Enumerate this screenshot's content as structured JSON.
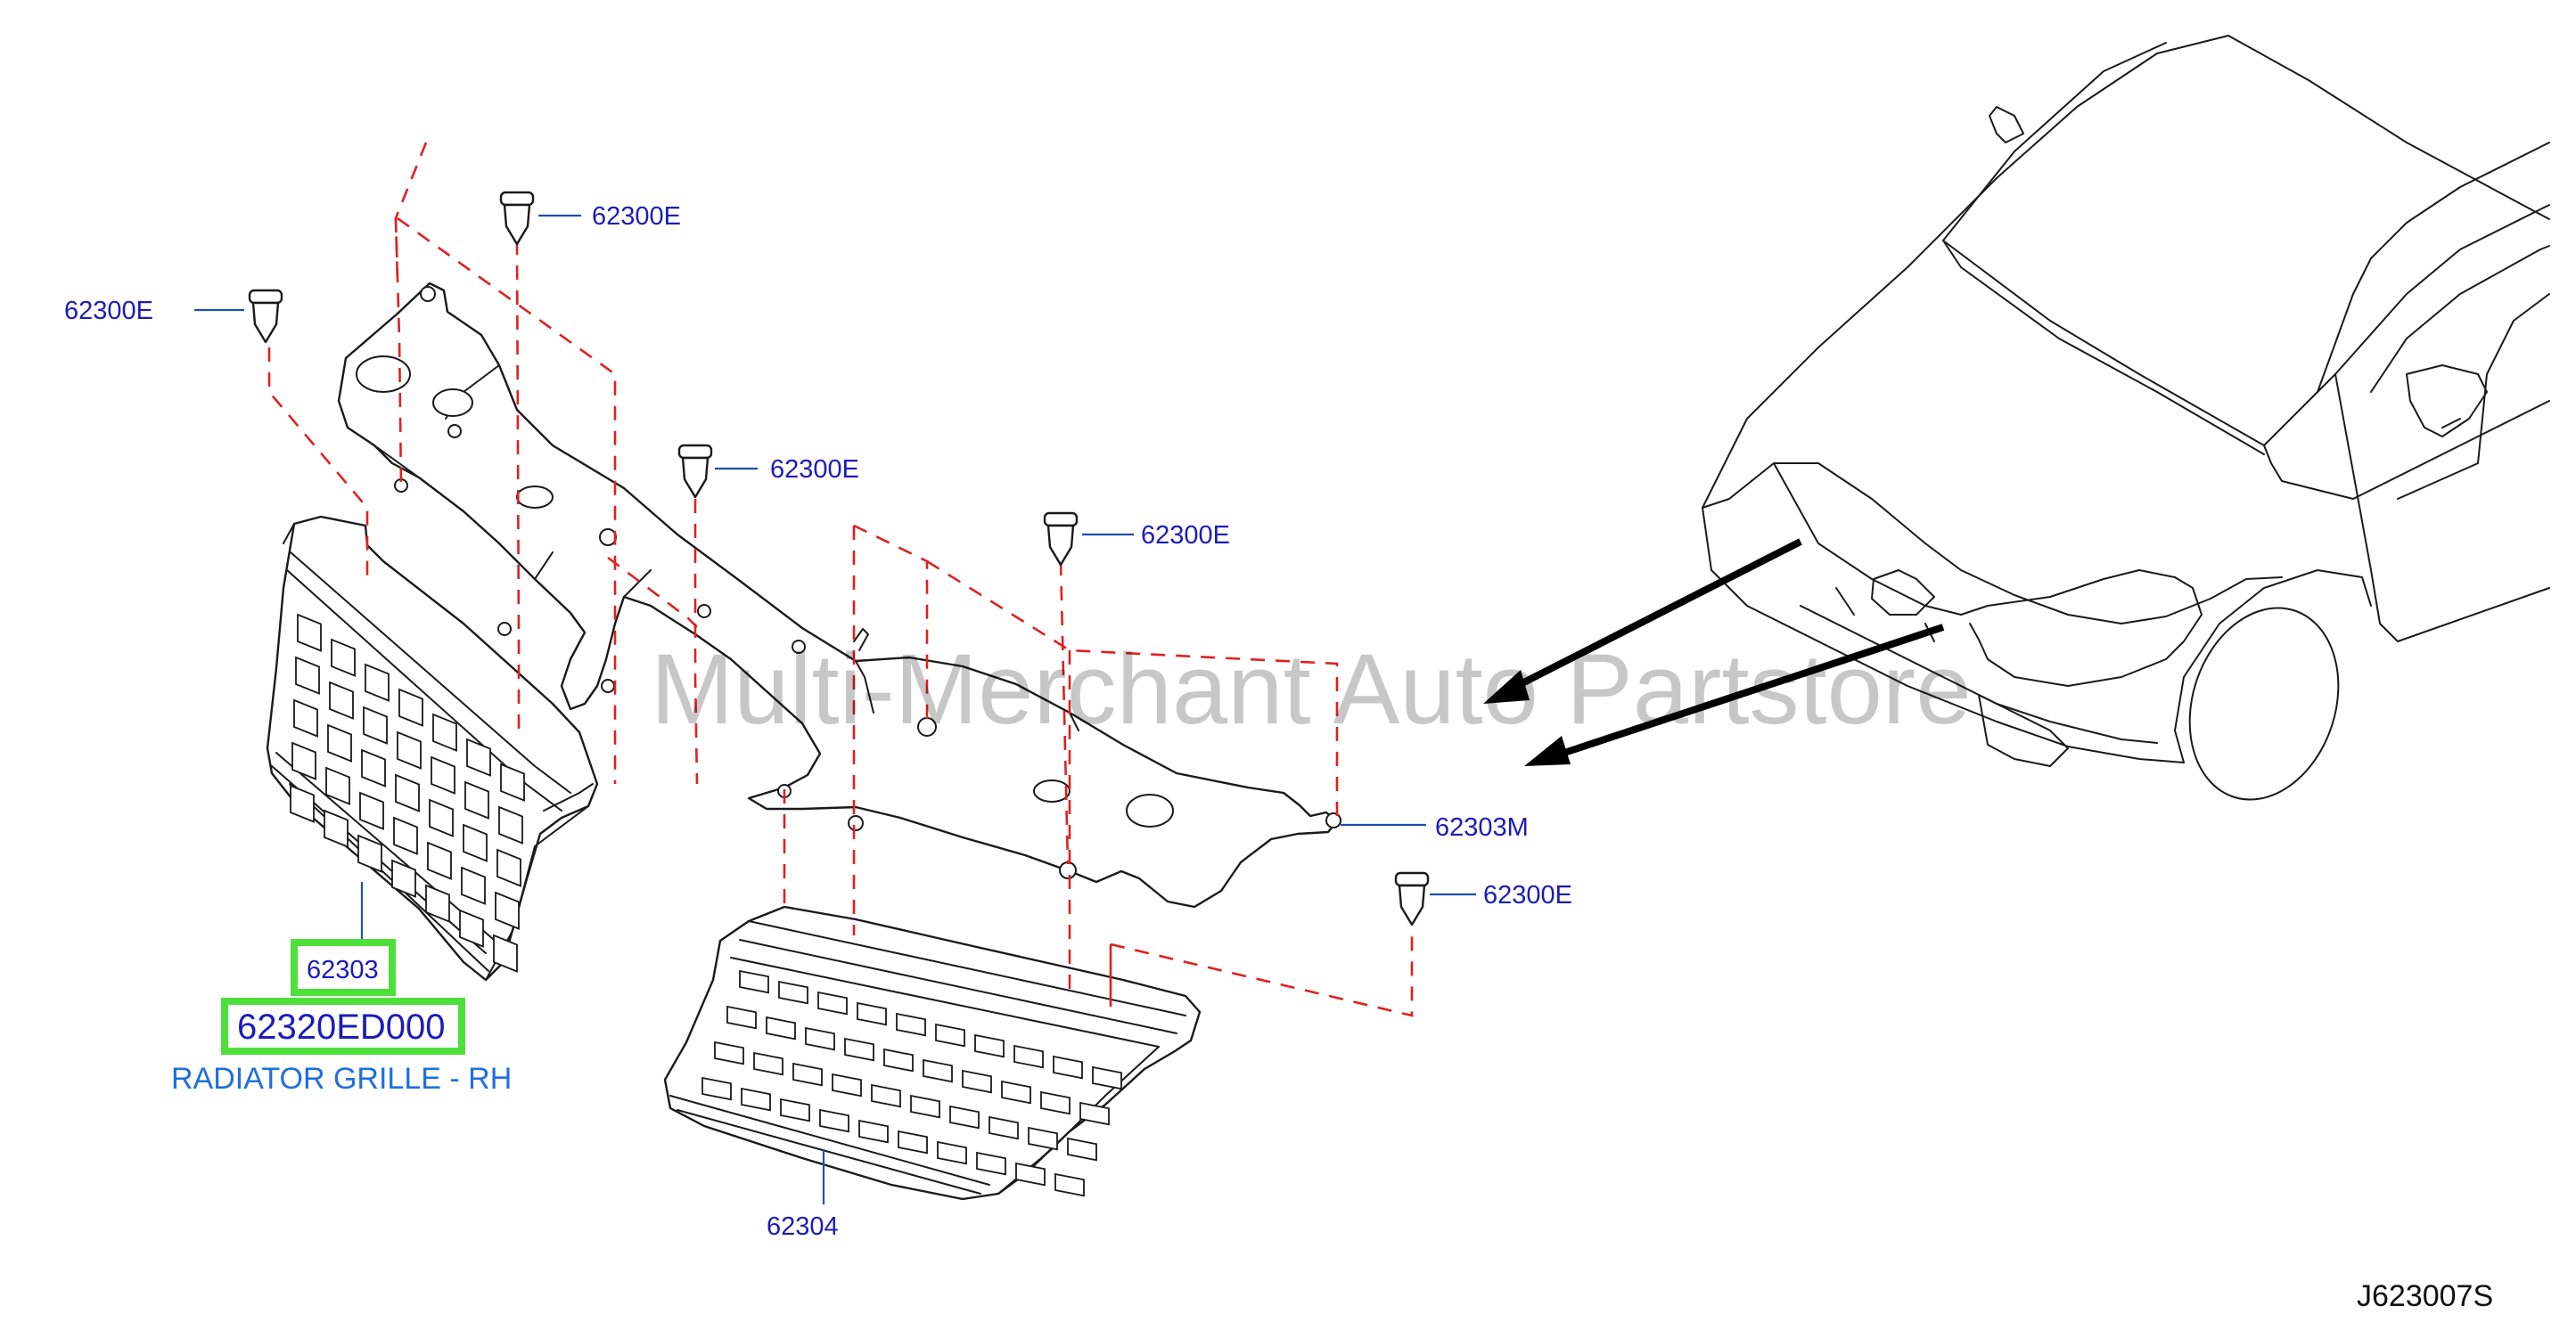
{
  "callouts": {
    "clip_top": "62300E",
    "clip_left": "62300E",
    "clip_mid": "62300E",
    "clip_center": "62300E",
    "clip_right": "62300E",
    "bracket": "62303M",
    "grille_rh_ref": "62303",
    "grille_lh_ref": "62304"
  },
  "highlight": {
    "part_number": "62320ED000",
    "description": "RADIATOR GRILLE - RH"
  },
  "watermark": "Multi-Merchant Auto Partstore",
  "diagram_code": "J623007S",
  "colors": {
    "callout_text": "#1c1cb8",
    "description_text": "#1e6fe0",
    "highlight_box": "#4ee03a",
    "guide_lines": "#e02020"
  }
}
